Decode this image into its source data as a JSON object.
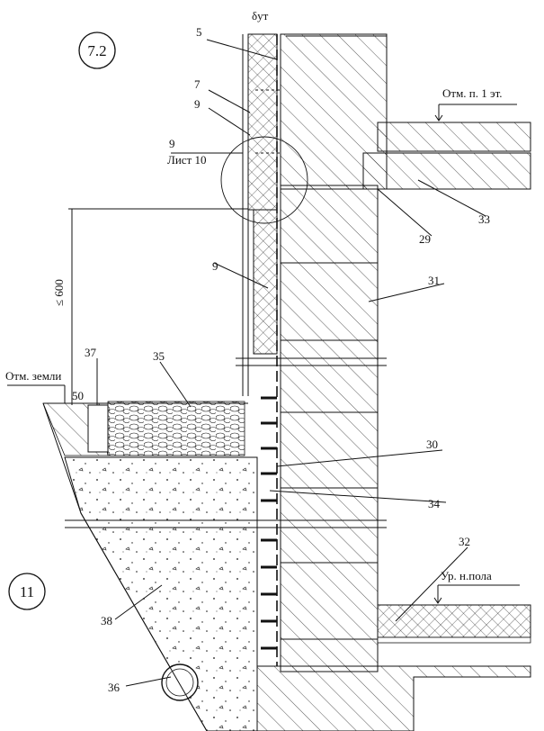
{
  "detail_marks": {
    "top_left": "7.2",
    "bottom_left": "11"
  },
  "dimensions": {
    "insulation_thickness": "δут",
    "height_max": "≤ 600",
    "offset": "50"
  },
  "elevations": {
    "first_floor": "Отм. п. 1 эт.",
    "ground": "Отм. земли",
    "floor_level": "Ур. н.пола"
  },
  "callout": {
    "number": "9",
    "sheet": "Лист 10"
  },
  "positions": [
    "5",
    "7",
    "9",
    "33",
    "29",
    "9",
    "31",
    "37",
    "35",
    "30",
    "34",
    "32",
    "38",
    "36"
  ],
  "colors": {
    "ink": "#111111",
    "paper": "#ffffff"
  }
}
